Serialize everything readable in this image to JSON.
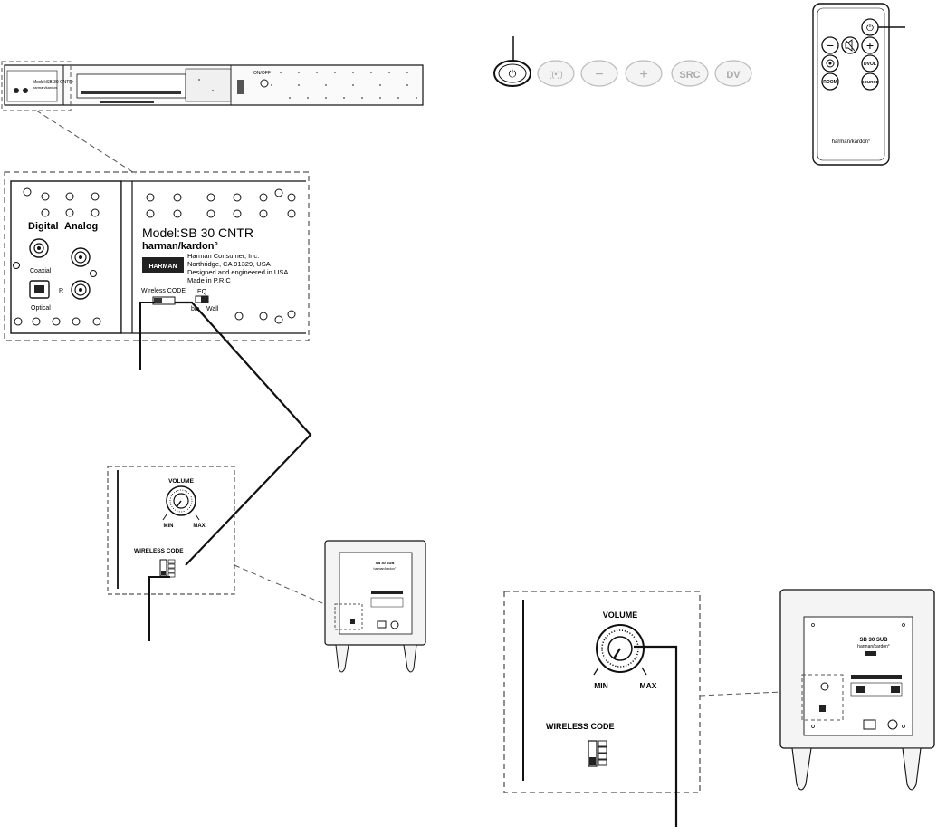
{
  "bar_front_buttons": [
    "⏻",
    "((•))",
    "−",
    "+",
    "SRC",
    "DV"
  ],
  "remote": {
    "power_glyph": "⏻",
    "minus": "−",
    "plus": "+",
    "mute_glyph": "🔈",
    "dvol_label": "DVOL",
    "room_label": "ROOM",
    "source_label": "SOURCE",
    "brand": "harman/kardon°"
  },
  "soundbar_panel": {
    "digital_label": "Digital",
    "analog_label": "Analog",
    "coaxial_label": "Coaxial",
    "optical_label": "Optical",
    "r_label": "R",
    "model_label": "Model:SB 30 CNTR",
    "brand": "harman/kardon°",
    "harman_logo": "HARMAN",
    "address_lines": [
      "Harman Consumer, Inc.",
      "Northridge, CA 91329, USA",
      "Designed and engineered in USA",
      "Made in P.R.C"
    ],
    "wireless_code_label": "Wireless CODE",
    "eq_label": "EQ",
    "eq_left": "ble",
    "eq_right": "Wall"
  },
  "sub_panel_small": {
    "volume_label": "VOLUME",
    "min_label": "MIN",
    "max_label": "MAX",
    "wireless_code_label": "WIRELESS CODE"
  },
  "sub_panel_large": {
    "volume_label": "VOLUME",
    "min_label": "MIN",
    "max_label": "MAX",
    "wireless_code_label": "WIRELESS CODE"
  },
  "sub_label": {
    "model": "SB 30 SUB",
    "brand": "harman/kardon°"
  },
  "colors": {
    "line": "#111111",
    "dash": "#555555",
    "body": "#f4f4f4"
  }
}
